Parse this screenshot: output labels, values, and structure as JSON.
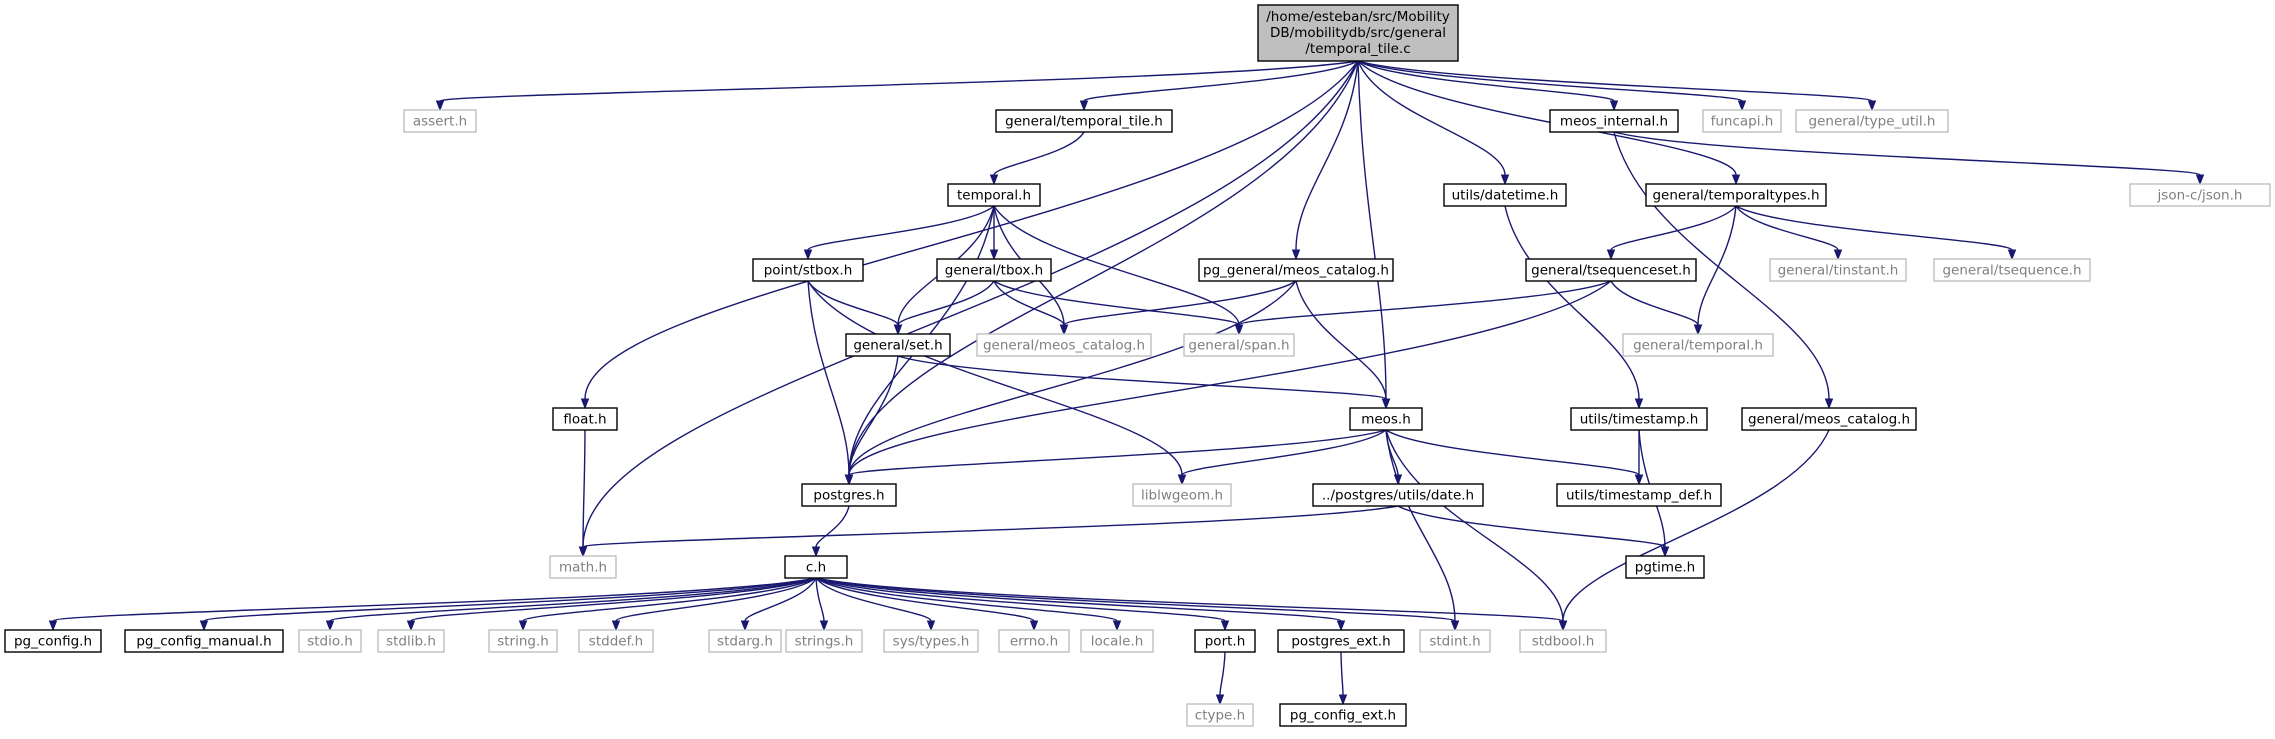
{
  "graph": {
    "root": {
      "lines": [
        "/home/esteban/src/Mobility",
        "DB/mobilitydb/src/general",
        "/temporal_tile.c"
      ]
    },
    "nodes": [
      {
        "id": "assert",
        "label": "assert.h",
        "status": "missing"
      },
      {
        "id": "math",
        "label": "math.h",
        "status": "missing"
      },
      {
        "id": "float",
        "label": "float.h",
        "status": "found"
      },
      {
        "id": "postgres",
        "label": "postgres.h",
        "status": "found"
      },
      {
        "id": "temporal_tile_h",
        "label": "general/temporal_tile.h",
        "status": "found"
      },
      {
        "id": "temporal",
        "label": "temporal.h",
        "status": "found"
      },
      {
        "id": "stbox",
        "label": "point/stbox.h",
        "status": "found"
      },
      {
        "id": "tbox",
        "label": "general/tbox.h",
        "status": "found"
      },
      {
        "id": "set",
        "label": "general/set.h",
        "status": "found"
      },
      {
        "id": "meos_catalog_g",
        "label": "general/meos_catalog.h",
        "status": "missing"
      },
      {
        "id": "span",
        "label": "general/span.h",
        "status": "missing"
      },
      {
        "id": "pg_meos_catalog",
        "label": "pg_general/meos_catalog.h",
        "status": "found"
      },
      {
        "id": "meos",
        "label": "meos.h",
        "status": "found"
      },
      {
        "id": "liblwgeom",
        "label": "liblwgeom.h",
        "status": "missing"
      },
      {
        "id": "pgdate",
        "label": "../postgres/utils/date.h",
        "status": "found"
      },
      {
        "id": "datetime",
        "label": "utils/datetime.h",
        "status": "found"
      },
      {
        "id": "timestamp",
        "label": "utils/timestamp.h",
        "status": "found"
      },
      {
        "id": "timestamp_def",
        "label": "utils/timestamp_def.h",
        "status": "found"
      },
      {
        "id": "pgtime",
        "label": "pgtime.h",
        "status": "found"
      },
      {
        "id": "meos_internal",
        "label": "meos_internal.h",
        "status": "found"
      },
      {
        "id": "funcapi",
        "label": "funcapi.h",
        "status": "missing"
      },
      {
        "id": "type_util",
        "label": "general/type_util.h",
        "status": "missing"
      },
      {
        "id": "json",
        "label": "json-c/json.h",
        "status": "missing"
      },
      {
        "id": "temporaltypes",
        "label": "general/temporaltypes.h",
        "status": "found"
      },
      {
        "id": "tsequenceset",
        "label": "general/tsequenceset.h",
        "status": "found"
      },
      {
        "id": "tinstant",
        "label": "general/tinstant.h",
        "status": "missing"
      },
      {
        "id": "tsequence",
        "label": "general/tsequence.h",
        "status": "missing"
      },
      {
        "id": "gtemporal",
        "label": "general/temporal.h",
        "status": "missing"
      },
      {
        "id": "meos_catalog_f",
        "label": "general/meos_catalog.h",
        "status": "found"
      },
      {
        "id": "ch",
        "label": "c.h",
        "status": "found"
      },
      {
        "id": "pg_config",
        "label": "pg_config.h",
        "status": "found"
      },
      {
        "id": "pg_config_manual",
        "label": "pg_config_manual.h",
        "status": "found"
      },
      {
        "id": "stdio",
        "label": "stdio.h",
        "status": "missing"
      },
      {
        "id": "stdlib",
        "label": "stdlib.h",
        "status": "missing"
      },
      {
        "id": "string",
        "label": "string.h",
        "status": "missing"
      },
      {
        "id": "stddef",
        "label": "stddef.h",
        "status": "missing"
      },
      {
        "id": "stdarg",
        "label": "stdarg.h",
        "status": "missing"
      },
      {
        "id": "strings",
        "label": "strings.h",
        "status": "missing"
      },
      {
        "id": "systypes",
        "label": "sys/types.h",
        "status": "missing"
      },
      {
        "id": "errno",
        "label": "errno.h",
        "status": "missing"
      },
      {
        "id": "locale",
        "label": "locale.h",
        "status": "missing"
      },
      {
        "id": "port",
        "label": "port.h",
        "status": "found"
      },
      {
        "id": "postgres_ext",
        "label": "postgres_ext.h",
        "status": "found"
      },
      {
        "id": "stdint",
        "label": "stdint.h",
        "status": "missing"
      },
      {
        "id": "stdbool",
        "label": "stdbool.h",
        "status": "missing"
      },
      {
        "id": "ctype",
        "label": "ctype.h",
        "status": "missing"
      },
      {
        "id": "pg_config_ext",
        "label": "pg_config_ext.h",
        "status": "found"
      }
    ],
    "edges": [
      [
        "root",
        "assert"
      ],
      [
        "root",
        "math"
      ],
      [
        "root",
        "float"
      ],
      [
        "root",
        "postgres"
      ],
      [
        "root",
        "temporal_tile_h"
      ],
      [
        "root",
        "pg_meos_catalog"
      ],
      [
        "root",
        "meos"
      ],
      [
        "root",
        "datetime"
      ],
      [
        "root",
        "meos_internal"
      ],
      [
        "root",
        "temporaltypes"
      ],
      [
        "root",
        "funcapi"
      ],
      [
        "root",
        "type_util"
      ],
      [
        "temporal_tile_h",
        "temporal"
      ],
      [
        "temporal",
        "stbox"
      ],
      [
        "temporal",
        "tbox"
      ],
      [
        "temporal",
        "set"
      ],
      [
        "temporal",
        "meos_catalog_g"
      ],
      [
        "temporal",
        "span"
      ],
      [
        "temporal",
        "postgres"
      ],
      [
        "stbox",
        "set"
      ],
      [
        "stbox",
        "postgres"
      ],
      [
        "stbox",
        "liblwgeom"
      ],
      [
        "tbox",
        "set"
      ],
      [
        "tbox",
        "meos_catalog_g"
      ],
      [
        "tbox",
        "span"
      ],
      [
        "set",
        "postgres"
      ],
      [
        "set",
        "meos"
      ],
      [
        "pg_meos_catalog",
        "meos_catalog_g"
      ],
      [
        "pg_meos_catalog",
        "meos"
      ],
      [
        "pg_meos_catalog",
        "postgres"
      ],
      [
        "meos",
        "postgres"
      ],
      [
        "meos",
        "liblwgeom"
      ],
      [
        "meos",
        "pgdate"
      ],
      [
        "meos",
        "timestamp_def"
      ],
      [
        "meos",
        "stdint"
      ],
      [
        "meos",
        "stdbool"
      ],
      [
        "datetime",
        "timestamp"
      ],
      [
        "timestamp",
        "timestamp_def"
      ],
      [
        "timestamp",
        "pgtime"
      ],
      [
        "pgdate",
        "math"
      ],
      [
        "pgdate",
        "pgtime"
      ],
      [
        "meos_internal",
        "json"
      ],
      [
        "meos_internal",
        "meos_catalog_f"
      ],
      [
        "temporaltypes",
        "tsequenceset"
      ],
      [
        "temporaltypes",
        "tinstant"
      ],
      [
        "temporaltypes",
        "tsequence"
      ],
      [
        "temporaltypes",
        "gtemporal"
      ],
      [
        "tsequenceset",
        "span"
      ],
      [
        "tsequenceset",
        "gtemporal"
      ],
      [
        "tsequenceset",
        "postgres"
      ],
      [
        "meos_catalog_f",
        "stdbool"
      ],
      [
        "float",
        "math"
      ],
      [
        "postgres",
        "ch"
      ],
      [
        "ch",
        "pg_config"
      ],
      [
        "ch",
        "pg_config_manual"
      ],
      [
        "ch",
        "stdio"
      ],
      [
        "ch",
        "stdlib"
      ],
      [
        "ch",
        "string"
      ],
      [
        "ch",
        "stddef"
      ],
      [
        "ch",
        "stdarg"
      ],
      [
        "ch",
        "strings"
      ],
      [
        "ch",
        "systypes"
      ],
      [
        "ch",
        "errno"
      ],
      [
        "ch",
        "locale"
      ],
      [
        "ch",
        "port"
      ],
      [
        "ch",
        "postgres_ext"
      ],
      [
        "ch",
        "stdint"
      ],
      [
        "ch",
        "stdbool"
      ],
      [
        "port",
        "ctype"
      ],
      [
        "postgres_ext",
        "pg_config_ext"
      ]
    ]
  }
}
